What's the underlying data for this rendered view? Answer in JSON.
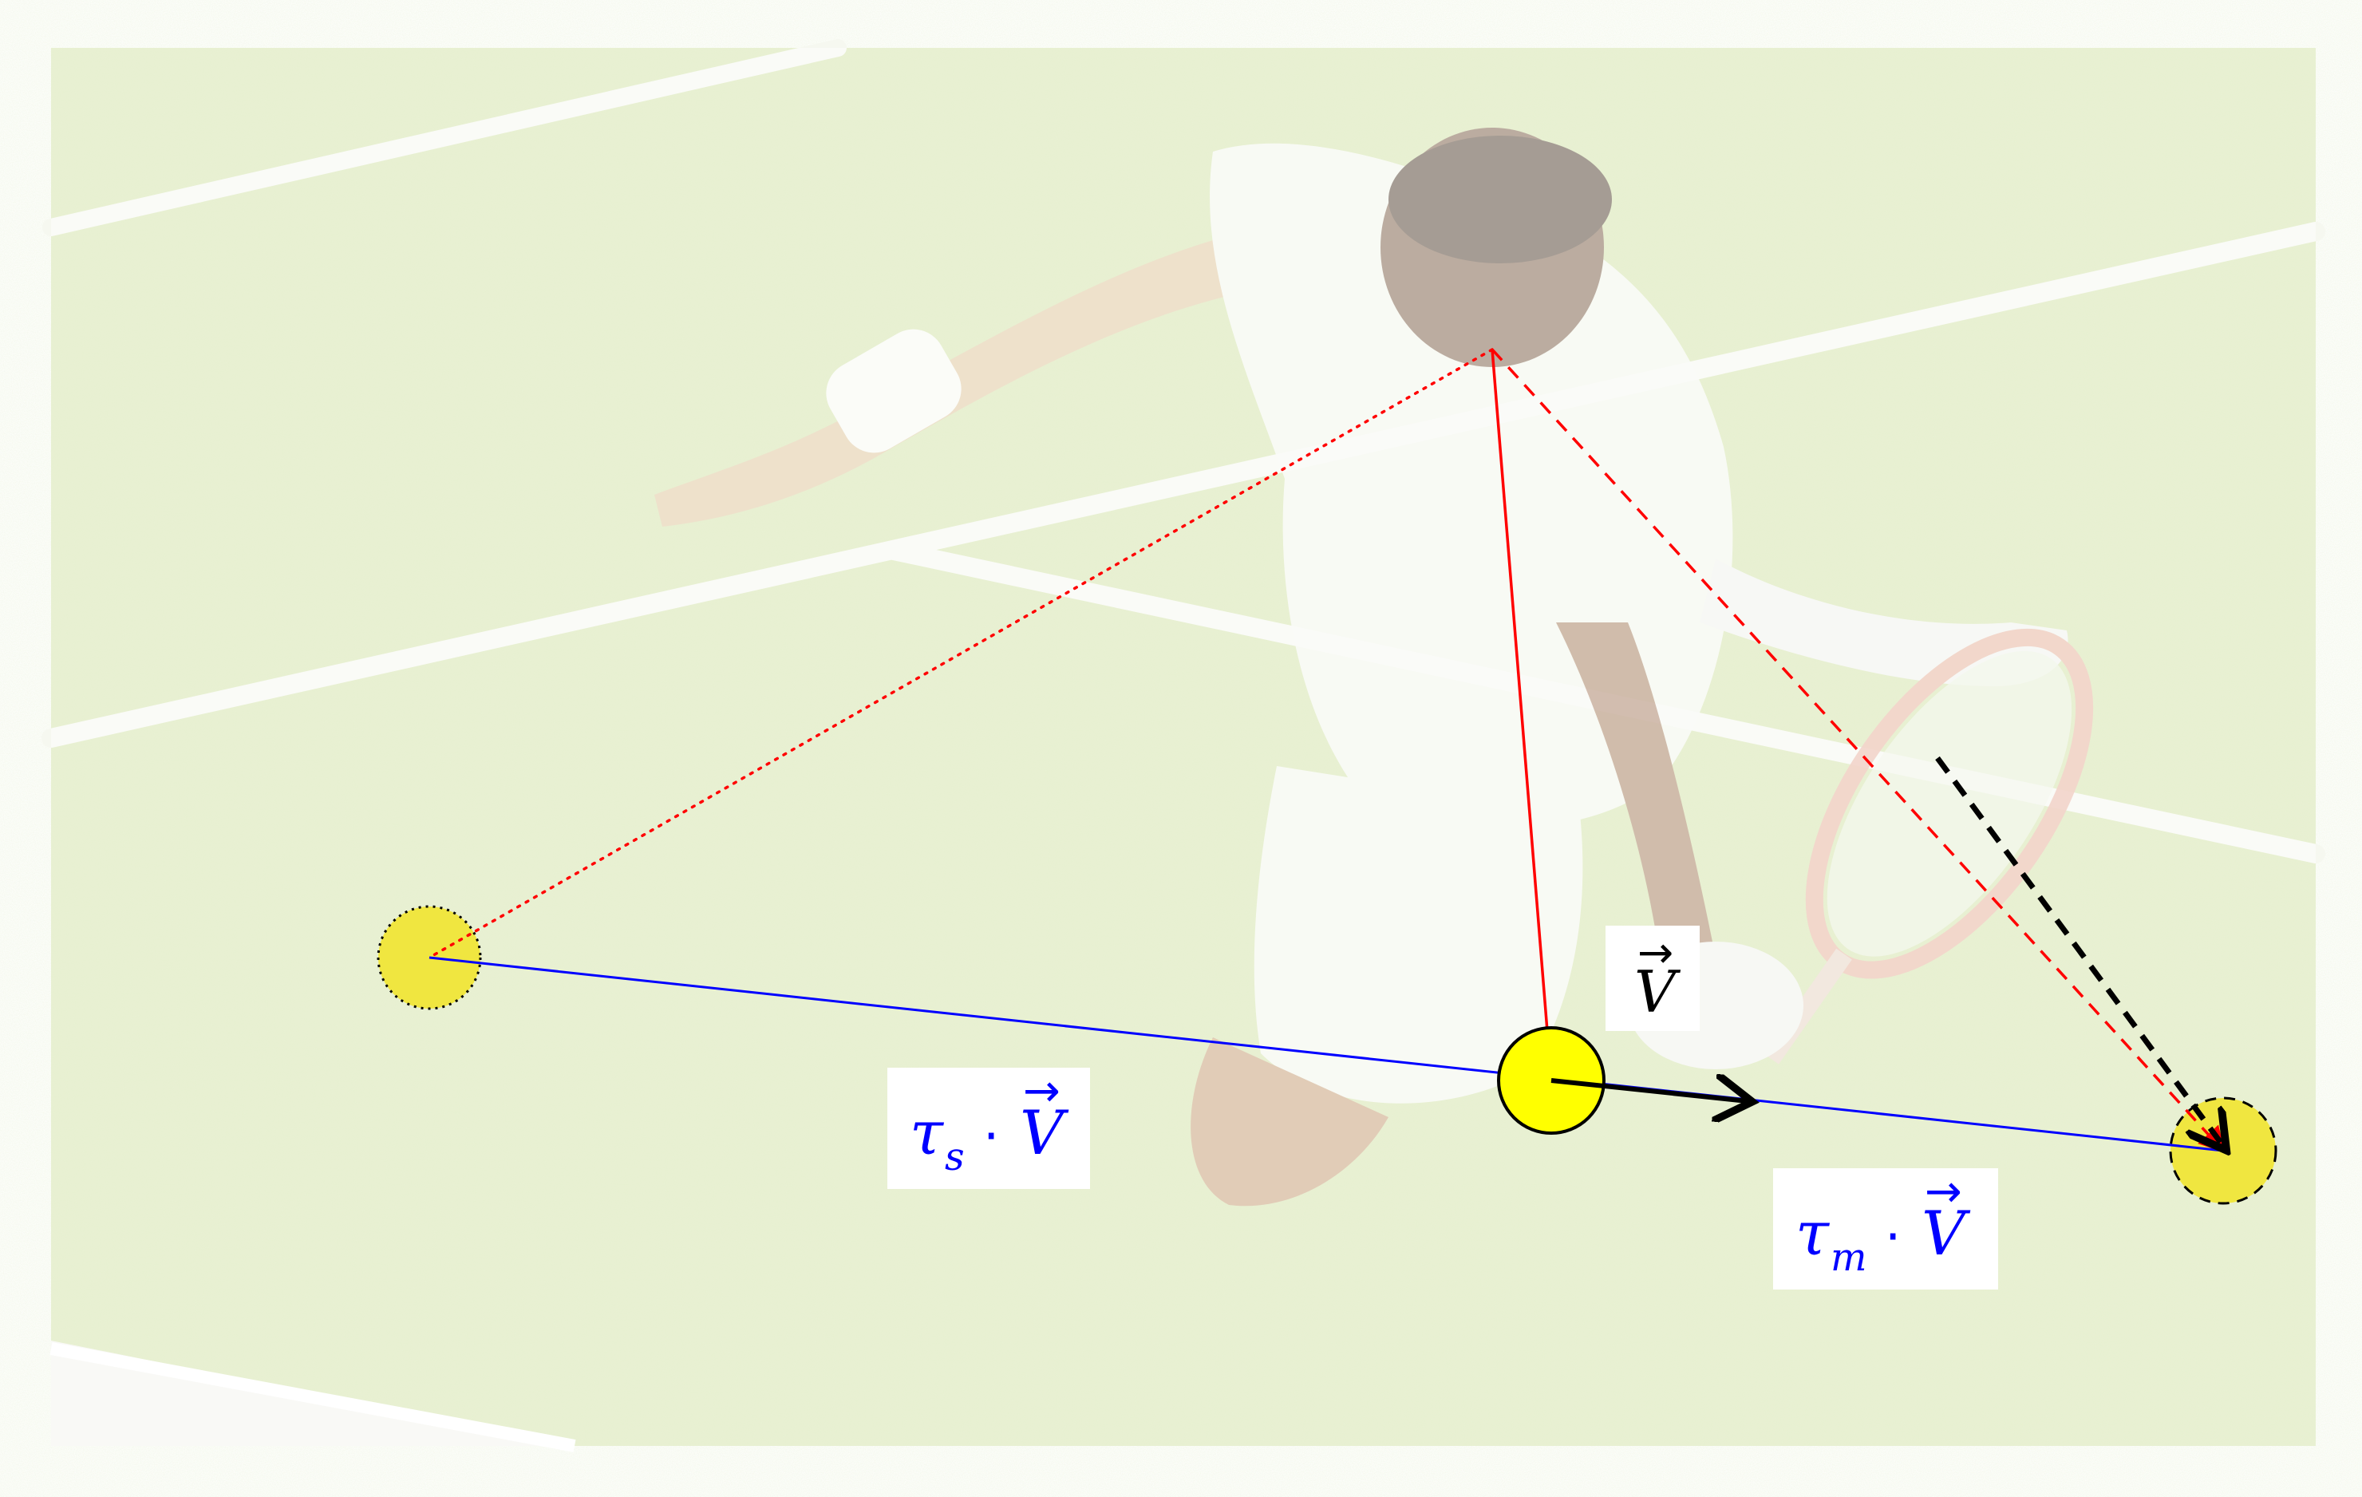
{
  "figure": {
    "background_photo": "faded photo: tennis player diving for a volley on a grass court",
    "colors": {
      "ball": "#ffff00",
      "predicted_ball": "#f0e640",
      "red_lines": "#ff0000",
      "blue_line": "#0000ff",
      "velocity_arrow": "#000000",
      "label_blue": "#0000ff",
      "label_box": "#ffffff",
      "grass": "#cfe0a0",
      "court_line": "#f4f6ee"
    },
    "labels": {
      "velocity": {
        "main": "V",
        "arrow": "→"
      },
      "sensory": {
        "tau": "τ",
        "sub": "s",
        "dot": "·",
        "v": "V",
        "arrow": "→"
      },
      "motor": {
        "tau": "τ",
        "sub": "m",
        "dot": "·",
        "v": "V",
        "arrow": "→"
      }
    }
  }
}
